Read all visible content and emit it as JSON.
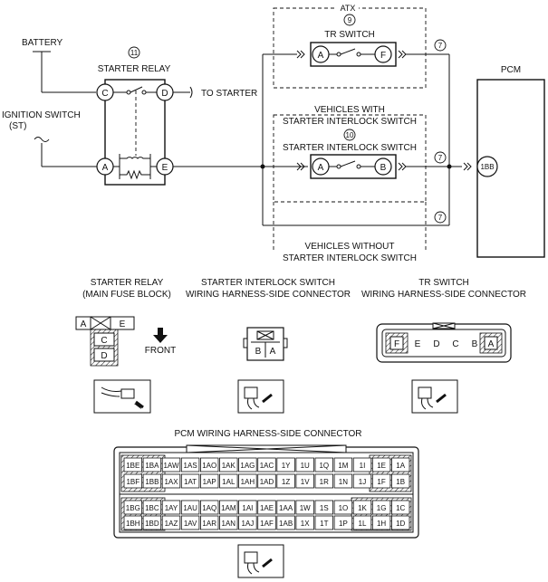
{
  "labels": {
    "battery": "BATTERY",
    "starter_relay_title": "STARTER RELAY",
    "to_starter": "TO STARTER",
    "ignition_switch": "IGNITION SWITCH",
    "ignition_switch_st": "(ST)",
    "atx": "ATX",
    "tr_switch": "TR SWITCH",
    "vehicles_with": "VEHICLES WITH",
    "starter_interlock_switch_title": "STARTER INTERLOCK SWITCH",
    "starter_interlock_switch": "STARTER INTERLOCK SWITCH",
    "vehicles_without": "VEHICLES WITHOUT",
    "starter_interlock_switch_2": "STARTER INTERLOCK SWITCH",
    "pcm": "PCM",
    "pcm_pin": "1BB"
  },
  "callouts": {
    "starter_relay": "11",
    "tr_switch": "9",
    "interlock": "10",
    "wire_top": "7",
    "wire_mid": "7",
    "wire_bot": "7"
  },
  "pins": {
    "relay_c": "C",
    "relay_d": "D",
    "relay_a": "A",
    "relay_e": "E",
    "tr_a": "A",
    "tr_f": "F",
    "il_a": "A",
    "il_b": "B"
  },
  "connectors": {
    "starter_relay_title": "STARTER RELAY",
    "starter_relay_sub": "(MAIN FUSE BLOCK)",
    "front": "FRONT",
    "relay_pins": [
      "A",
      "E",
      "C",
      "D"
    ],
    "interlock_title": "STARTER INTERLOCK SWITCH",
    "interlock_sub": "WIRING HARNESS-SIDE CONNECTOR",
    "interlock_pins": [
      "B",
      "A"
    ],
    "tr_title": "TR SWITCH",
    "tr_sub": "WIRING HARNESS-SIDE CONNECTOR",
    "tr_pins": [
      "F",
      "E",
      "D",
      "C",
      "B",
      "A"
    ],
    "pcm_title": "PCM WIRING HARNESS-SIDE CONNECTOR",
    "pcm_row1": [
      "1BE",
      "1BA",
      "1AW",
      "1AS",
      "1AO",
      "1AK",
      "1AG",
      "1AC",
      "1Y",
      "1U",
      "1Q",
      "1M",
      "1I",
      "1E",
      "1A"
    ],
    "pcm_row2": [
      "1BF",
      "1BB",
      "1AX",
      "1AT",
      "1AP",
      "1AL",
      "1AH",
      "1AD",
      "1Z",
      "1V",
      "1R",
      "1N",
      "1J",
      "1F",
      "1B"
    ],
    "pcm_row3": [
      "1BG",
      "1BC",
      "1AY",
      "1AU",
      "1AQ",
      "1AM",
      "1AI",
      "1AE",
      "1AA",
      "1W",
      "1S",
      "1O",
      "1K",
      "1G",
      "1C"
    ],
    "pcm_row4": [
      "1BH",
      "1BD",
      "1AZ",
      "1AV",
      "1AR",
      "1AN",
      "1AJ",
      "1AF",
      "1AB",
      "1X",
      "1T",
      "1P",
      "1L",
      "1H",
      "1D"
    ]
  }
}
